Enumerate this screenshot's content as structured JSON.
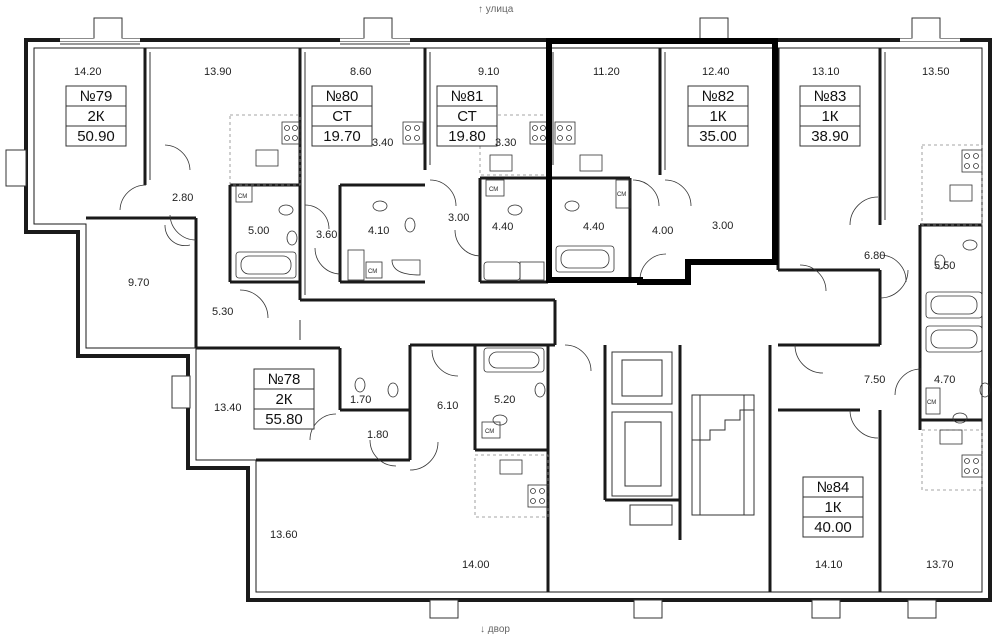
{
  "compass": {
    "top": "↑ улица",
    "bottom": "↓ двор"
  },
  "apartments": [
    {
      "key": "79",
      "number": "№79",
      "type": "2К",
      "area": "50.90"
    },
    {
      "key": "80",
      "number": "№80",
      "type": "СТ",
      "area": "19.70"
    },
    {
      "key": "81",
      "number": "№81",
      "type": "СТ",
      "area": "19.80"
    },
    {
      "key": "82",
      "number": "№82",
      "type": "1К",
      "area": "35.00",
      "highlighted": true
    },
    {
      "key": "83",
      "number": "№83",
      "type": "1К",
      "area": "38.90"
    },
    {
      "key": "78",
      "number": "№78",
      "type": "2К",
      "area": "55.80"
    },
    {
      "key": "84",
      "number": "№84",
      "type": "1К",
      "area": "40.00"
    }
  ],
  "room_areas": [
    "14.20",
    "13.90",
    "8.60",
    "9.10",
    "11.20",
    "12.40",
    "13.10",
    "13.50",
    "3.40",
    "3.30",
    "2.80",
    "5.00",
    "3.60",
    "4.10",
    "3.00",
    "4.40",
    "4.40",
    "4.00",
    "3.00",
    "6.80",
    "5.50",
    "9.70",
    "5.30",
    "13.40",
    "1.70",
    "1.80",
    "6.10",
    "5.20",
    "7.50",
    "4.70",
    "13.60",
    "14.00",
    "14.10",
    "13.70"
  ],
  "fixture_labels": {
    "washer": "СМ"
  },
  "colors": {
    "wall": "#1a1a1a",
    "thin_line": "#333333",
    "highlight": "#000000",
    "dashed": "#888888",
    "background": "#ffffff"
  }
}
